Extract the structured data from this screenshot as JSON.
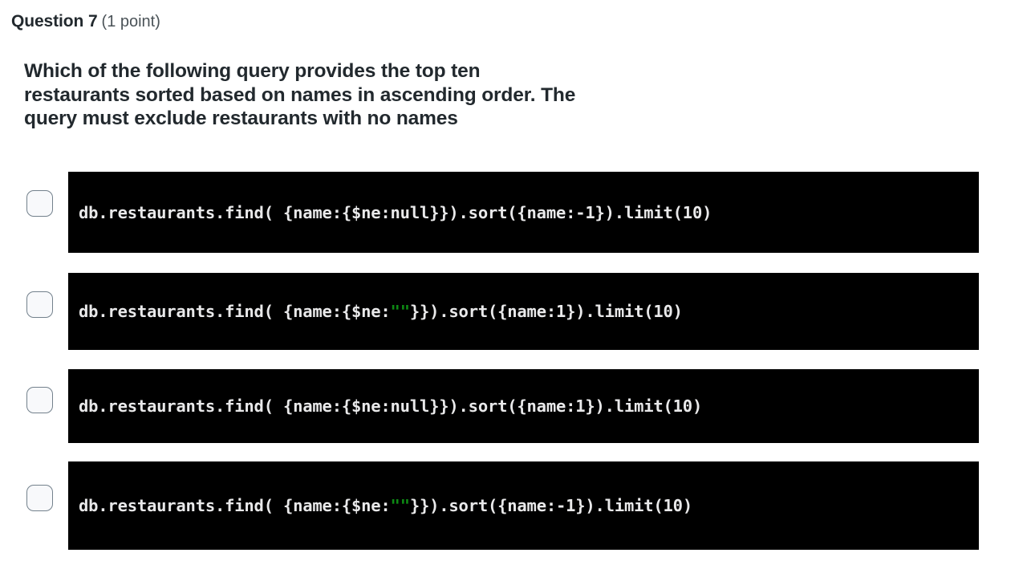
{
  "question": {
    "label": "Question 7",
    "points": "(1 point)",
    "prompt": "Which of the following query provides the top ten restaurants sorted based on names in ascending order. The query must exclude restaurants with no names"
  },
  "colors": {
    "code_background": "#000000",
    "code_text": "#e9e9ea",
    "string_literal": "#0e8a14",
    "checkbox_border": "#73818c",
    "checkbox_fill": "#f8f9fb",
    "page_background": "#ffffff",
    "heading_text": "#22292e"
  },
  "options": [
    {
      "id": "option-a",
      "checked": false,
      "code_prefix": "db.restaurants.find( {name:{$ne:null}}).sort({name:-1}).limit(10)",
      "code_string": "",
      "code_suffix": ""
    },
    {
      "id": "option-b",
      "checked": false,
      "code_prefix": "db.restaurants.find( {name:{$ne:",
      "code_string": "\"\"",
      "code_suffix": "}}).sort({name:1}).limit(10)"
    },
    {
      "id": "option-c",
      "checked": false,
      "code_prefix": "db.restaurants.find( {name:{$ne:null}}).sort({name:1}).limit(10)",
      "code_string": "",
      "code_suffix": ""
    },
    {
      "id": "option-d",
      "checked": false,
      "code_prefix": "db.restaurants.find( {name:{$ne:",
      "code_string": "\"\"",
      "code_suffix": "}}).sort({name:-1}).limit(10)"
    }
  ]
}
